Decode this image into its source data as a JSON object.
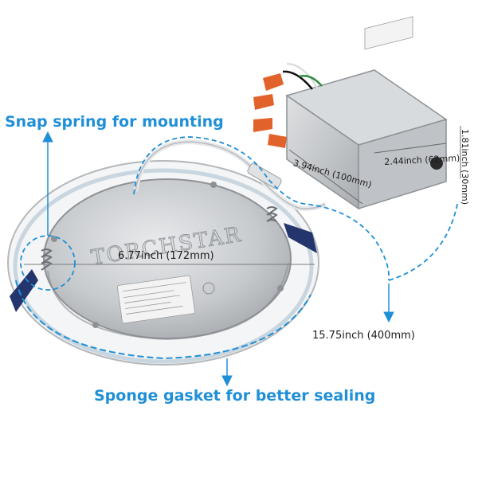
{
  "callouts": {
    "snap_spring": "Snap spring for mounting",
    "sponge_gasket": "Sponge gasket for better sealing"
  },
  "dimensions": {
    "diameter": "6.77inch (172mm)",
    "cable_length": "15.75inch (400mm)",
    "box_length": "3.94inch (100mm)",
    "box_width": "2.44inch (62mm)",
    "box_height": "1.81inch (30mm)"
  },
  "product": {
    "brand_mark": "TORCHSTAR"
  },
  "colors": {
    "accent": "#1f8fd6",
    "metal": "#c9ccd0",
    "connector": "#e2622b",
    "clip": "#24356e"
  }
}
